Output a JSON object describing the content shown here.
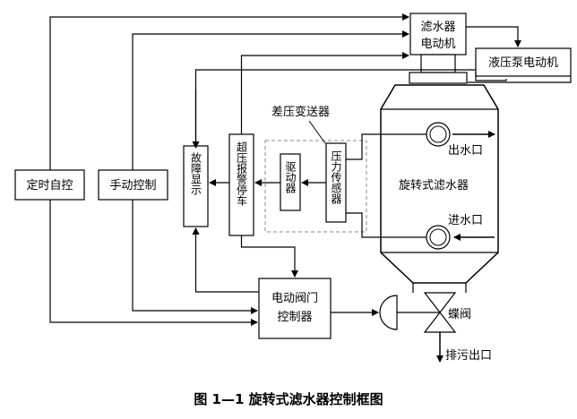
{
  "diagram": {
    "caption": "图 1—1   旋转式滤水器控制框图",
    "blocks": {
      "timer_control": "定时自控",
      "manual_control": "手动控制",
      "fault_display": "故障显示",
      "overpressure_alarm": "超压报警停车",
      "driver": "驱动器",
      "pressure_sensor": "压力传感器",
      "filter_motor_line1": "滤水器",
      "filter_motor_line2": "电动机",
      "hydraulic_pump_motor": "液压泵电动机",
      "valve_controller_line1": "电动阀门",
      "valve_controller_line2": "控制器",
      "rotary_filter": "旋转式滤水器"
    },
    "labels": {
      "differential_transmitter": "差压变送器",
      "water_outlet": "出水口",
      "water_inlet": "进水口",
      "butterfly_valve": "蝶阀",
      "sewage_outlet": "排污出口"
    },
    "colors": {
      "line": "#000000",
      "background": "#ffffff",
      "dashed_box": "#888888"
    }
  }
}
